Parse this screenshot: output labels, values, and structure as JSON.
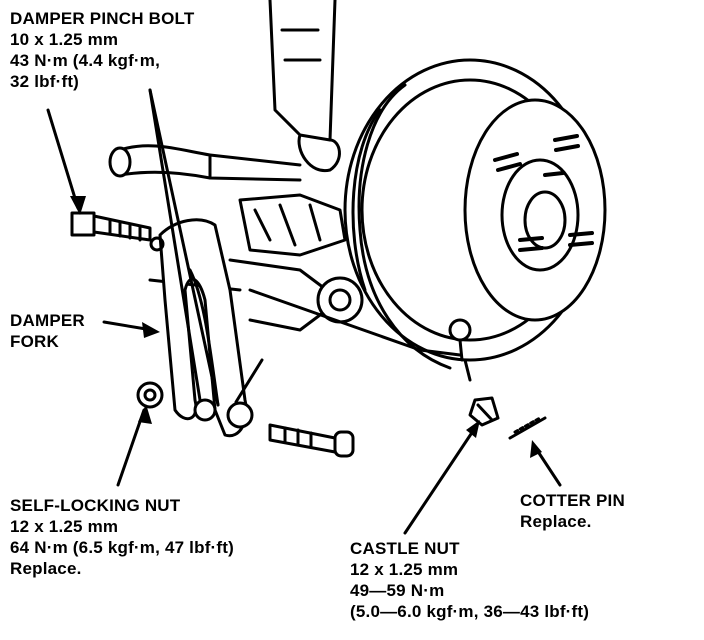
{
  "callouts": {
    "damper_pinch_bolt": {
      "title": "DAMPER PINCH BOLT",
      "line1": "10 x 1.25 mm",
      "line2": "43 N·m (4.4 kgf·m,",
      "line3": "32 lbf·ft)"
    },
    "damper_fork": {
      "line1": "DAMPER",
      "line2": "FORK"
    },
    "self_locking_nut": {
      "title": "SELF-LOCKING NUT",
      "line1": "12 x 1.25 mm",
      "line2": "64 N·m (6.5 kgf·m, 47 lbf·ft)",
      "line3": "Replace."
    },
    "cotter_pin": {
      "title": "COTTER PIN",
      "line1": "Replace."
    },
    "castle_nut": {
      "title": "CASTLE NUT",
      "line1": "12 x 1.25 mm",
      "line2": "49—59 N·m",
      "line3": "(5.0—6.0 kgf·m, 36—43 lbf·ft)"
    }
  }
}
